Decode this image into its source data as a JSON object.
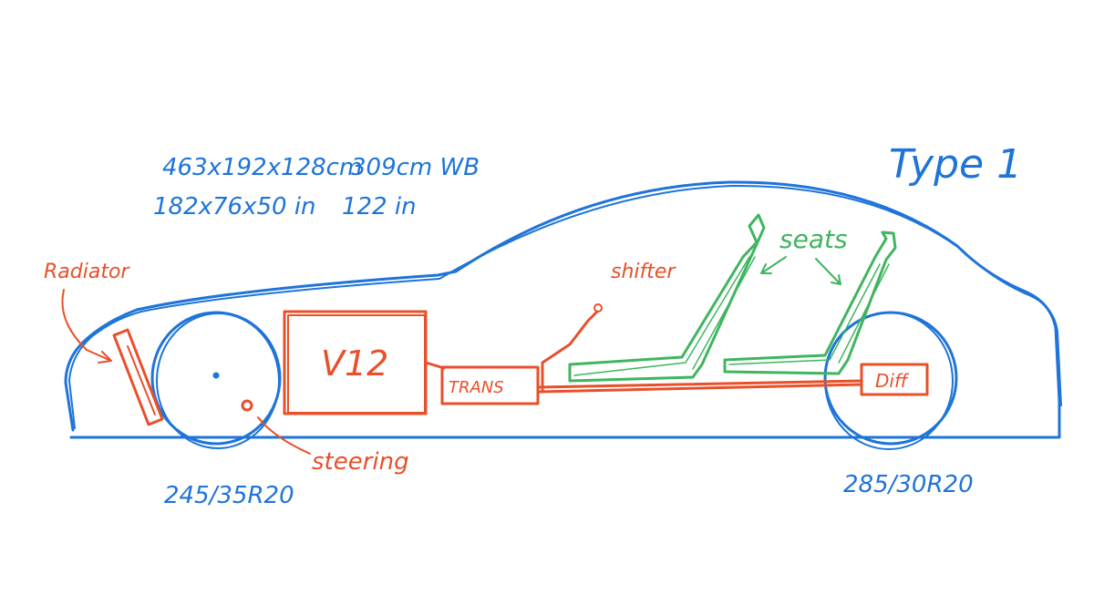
{
  "title": "Type 1",
  "dimensions": {
    "metric": "463x192x128cm",
    "metric_wheelbase": "309cm WB",
    "imperial": "182x76x50 in",
    "imperial_wheelbase": "122 in"
  },
  "labels": {
    "radiator": "Radiator",
    "engine": "V12",
    "transmission": "TRANS",
    "differential": "Diff",
    "shifter": "shifter",
    "seats": "seats",
    "steering": "steering"
  },
  "tires": {
    "front": "245/35R20",
    "rear": "285/30R20"
  },
  "colors": {
    "body": "#1e74d8",
    "drivetrain": "#e8502a",
    "interior": "#3fb55f"
  }
}
